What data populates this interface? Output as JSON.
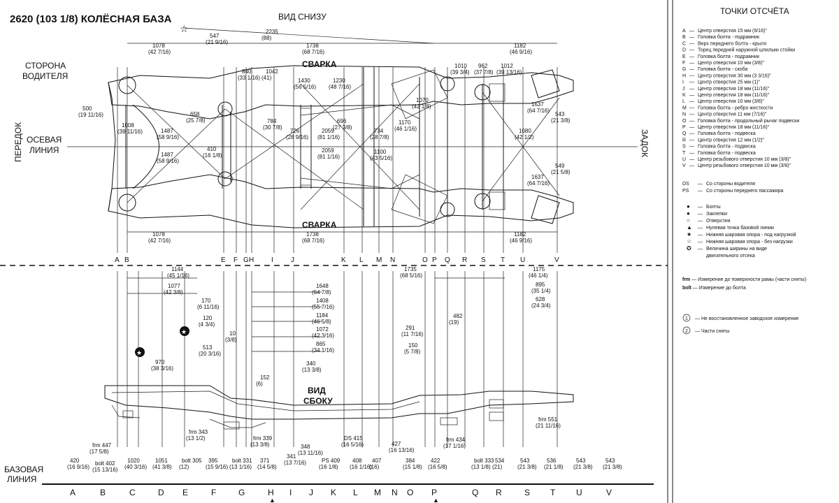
{
  "title": "2620 (103  1/8) КОЛЁСНАЯ БАЗА",
  "view_bottom": "ВИД СНИЗУ",
  "view_side": [
    "ВИД",
    "СБОКУ"
  ],
  "left_labels": {
    "driver_side": [
      "СТОРОНА",
      "ВОДИТЕЛЯ"
    ],
    "center_line": [
      "ОСЕВАЯ",
      "ЛИНИЯ"
    ],
    "front": "ПЕРЕДОК",
    "rear": "ЗАДОК",
    "datum_line": [
      "БАЗОВАЯ",
      "ЛИНИЯ"
    ]
  },
  "weld_label": "СВАРКА",
  "letters": [
    "A",
    "B",
    "C",
    "D",
    "E",
    "F",
    "G",
    "H",
    "I",
    "J",
    "K",
    "L",
    "M",
    "N",
    "O",
    "P",
    "Q",
    "R",
    "S",
    "T",
    "U",
    "V"
  ],
  "top_letters": [
    "A",
    "B",
    "E",
    "F",
    "G",
    "H",
    "I",
    "J",
    "K",
    "L",
    "M",
    "N",
    "O",
    "P",
    "Q",
    "R",
    "S",
    "T",
    "U",
    "V"
  ],
  "legend": {
    "title": "ТОЧКИ ОТСЧЁТА",
    "points": [
      {
        "k": "A",
        "t": "Центр отверстия 15 мм (9/16)\""
      },
      {
        "k": "B",
        "t": "Головка болта - подрамник"
      },
      {
        "k": "C",
        "t": "Верх переднего болта - крыло"
      },
      {
        "k": "D",
        "t": "Торец передней наружной шпильки  стойки"
      },
      {
        "k": "E",
        "t": "Головка болта - подрамник"
      },
      {
        "k": "F",
        "t": "Центр отверстия 10 мм (3/8)\""
      },
      {
        "k": "G",
        "t": "Головка болта - скоба"
      },
      {
        "k": "H",
        "t": "Центр отверстия 30 мм (3  3/16)\""
      },
      {
        "k": "I",
        "t": "Центр отверстия 25 мм (1)\""
      },
      {
        "k": "J",
        "t": "Центр отверстия 18 мм (11/16)\""
      },
      {
        "k": "K",
        "t": "Центр отверстия 18 мм (11/16)\""
      },
      {
        "k": "L",
        "t": "Центр отверстия 10 мм (3/8)\""
      },
      {
        "k": "M",
        "t": "Головка болта - ребро жесткости"
      },
      {
        "k": "N",
        "t": "Центр отверстия 11 мм (7/16)\""
      },
      {
        "k": "O",
        "t": "Головка болта - продольный рычаг подвески"
      },
      {
        "k": "P",
        "t": "Центр отверстия 18 мм (11/16)\""
      },
      {
        "k": "Q",
        "t": "Головка болта - подвеска"
      },
      {
        "k": "R",
        "t": "Центр отверстия 12 мм (1/2)\""
      },
      {
        "k": "S",
        "t": "Головка болта - подвеска"
      },
      {
        "k": "T",
        "t": "Головка болта - подвеска"
      },
      {
        "k": "U",
        "t": "Центр резьбового отверстия 10 мм (3/8)\""
      },
      {
        "k": "V",
        "t": "Центр резьбового отверстия 10 мм (3/8)\""
      }
    ],
    "sides": [
      {
        "k": "DS",
        "t": "Со стороны водителя"
      },
      {
        "k": "PS",
        "t": "Со стороны переднего пассажира"
      }
    ],
    "symbols": [
      {
        "sym": "●",
        "t": "Болты"
      },
      {
        "sym": "●",
        "t": "Заклепки"
      },
      {
        "sym": "○",
        "t": "Отверстия"
      },
      {
        "sym": "▲",
        "t": "Нулевая точка базовой линии"
      },
      {
        "sym": "★",
        "t": "Нижняя шаровая опора - под нагрузкой"
      },
      {
        "sym": "☆",
        "t": "Нижняя шаровая опора - без нагрузки"
      },
      {
        "sym": "✪",
        "t": "Величина ширины на виде"
      },
      {
        "sym": "",
        "t": "двигательного отсека"
      }
    ],
    "frm": {
      "k": "frm",
      "t": "Измерение до поверхности рамы (части сняты)"
    },
    "bolt": {
      "k": "bolt",
      "t": "Измерение до болта"
    },
    "note1": "Не восстановленное заводское измерение",
    "note2": "Части сняты"
  },
  "top_dims": [
    {
      "v": "1078",
      "f": "(42 7/16)"
    },
    {
      "v": "1738",
      "f": "(68 7/16)"
    },
    {
      "v": "2235",
      "f": "(88)"
    },
    {
      "v": "547",
      "f": "(21 9/16)"
    },
    {
      "v": "1182",
      "f": "(46 9/16)"
    },
    {
      "v": "500",
      "f": "(19 11/16)"
    },
    {
      "v": "1008",
      "f": "(39 11/16)"
    },
    {
      "v": "840",
      "f": "(33 1/16)"
    },
    {
      "v": "1042",
      "f": "(41)"
    },
    {
      "v": "1430",
      "f": "(56 5/16)"
    },
    {
      "v": "1230",
      "f": "(48 7/16)"
    },
    {
      "v": "1010",
      "f": "(39 3/4)"
    },
    {
      "v": "962",
      "f": "(37 7/8)"
    },
    {
      "v": "1012",
      "f": "(39 13/16)"
    },
    {
      "v": "658",
      "f": "(25 7/8)"
    },
    {
      "v": "1487",
      "f": "(58 9/16)"
    },
    {
      "v": "784",
      "f": "(30 7/8)"
    },
    {
      "v": "726",
      "f": "(28 9/16)"
    },
    {
      "v": "696",
      "f": "(27 3/8)"
    },
    {
      "v": "2059",
      "f": "(81 1/16)"
    },
    {
      "v": "734",
      "f": "(28 7/8)"
    },
    {
      "v": "1170",
      "f": "(46 1/16)"
    },
    {
      "v": "1070",
      "f": "(42 1/8)"
    },
    {
      "v": "1637",
      "f": "(64 7/16)"
    },
    {
      "v": "543",
      "f": "(21 3/8)"
    },
    {
      "v": "1080",
      "f": "(42 1/2)"
    },
    {
      "v": "410",
      "f": "(16 1/8)"
    },
    {
      "v": "1100",
      "f": "(43 5/16)"
    },
    {
      "v": "549",
      "f": "(21 5/8)"
    }
  ],
  "side_dims": [
    {
      "v": "1144",
      "f": "(45 1/16)"
    },
    {
      "v": "1077",
      "f": "(42 3/8)"
    },
    {
      "v": "170",
      "f": "(6 11/16)"
    },
    {
      "v": "120",
      "f": "(4 3/4)"
    },
    {
      "v": "10",
      "f": "(3/8)"
    },
    {
      "v": "513",
      "f": "(20 3/16)"
    },
    {
      "v": "970",
      "f": "(38 3/16)"
    },
    {
      "v": "152",
      "f": "(6)"
    },
    {
      "v": "340",
      "f": "(13 3/8)"
    },
    {
      "v": "1648",
      "f": "(64 7/8)"
    },
    {
      "v": "1408",
      "f": "(55 7/16)"
    },
    {
      "v": "1184",
      "f": "(46 5/8)"
    },
    {
      "v": "1072",
      "f": "(42 3/16)"
    },
    {
      "v": "865",
      "f": "(34 1/16)"
    },
    {
      "v": "1735",
      "f": "(68 5/16)"
    },
    {
      "v": "291",
      "f": "(11 7/16)"
    },
    {
      "v": "150",
      "f": "(5 7/8)"
    },
    {
      "v": "482",
      "f": "(19)"
    },
    {
      "v": "1175",
      "f": "(46 1/4)"
    },
    {
      "v": "895",
      "f": "(35 1/4)"
    },
    {
      "v": "628",
      "f": "(24 3/4)"
    }
  ],
  "bottom_dims": [
    {
      "v": "420",
      "f": "(16 9/16)"
    },
    {
      "v": "frm 447",
      "f": "(17 5/8)"
    },
    {
      "v": "bolt 402",
      "f": "(15 13/16)"
    },
    {
      "v": "1020",
      "f": "(40 3/16)"
    },
    {
      "v": "1051",
      "f": "(41 3/8)"
    },
    {
      "v": "bolt 305",
      "f": "(12)"
    },
    {
      "v": "frm 343",
      "f": "(13 1/2)"
    },
    {
      "v": "395",
      "f": "(15 9/16)"
    },
    {
      "v": "frm 339",
      "f": "(13 3/8)"
    },
    {
      "v": "bolt 331",
      "f": "(13 1/16)"
    },
    {
      "v": "371",
      "f": "(14 5/8)"
    },
    {
      "v": "341",
      "f": "(13 7/16)"
    },
    {
      "v": "348",
      "f": "(13 11/16)"
    },
    {
      "v": "DS 415",
      "f": "(16 5/16)"
    },
    {
      "v": "PS 409",
      "f": "(16 1/8)"
    },
    {
      "v": "408",
      "f": "(16 1/16)"
    },
    {
      "v": "407",
      "f": "(16)"
    },
    {
      "v": "427",
      "f": "(16 13/16)"
    },
    {
      "v": "384",
      "f": "(15 1/8)"
    },
    {
      "v": "422",
      "f": "(16 5/8)"
    },
    {
      "v": "frm 434",
      "f": "(17 1/16)"
    },
    {
      "v": "bolt 333",
      "f": "(13 1/8)"
    },
    {
      "v": "534",
      "f": "(21)"
    },
    {
      "v": "543",
      "f": "(21 3/8)"
    },
    {
      "v": "536",
      "f": "(21 1/8)"
    },
    {
      "v": "frm 551",
      "f": "(21 11/16)"
    },
    {
      "v": "543",
      "f": "(21 3/8)"
    },
    {
      "v": "543",
      "f": "(21 3/8)"
    }
  ]
}
